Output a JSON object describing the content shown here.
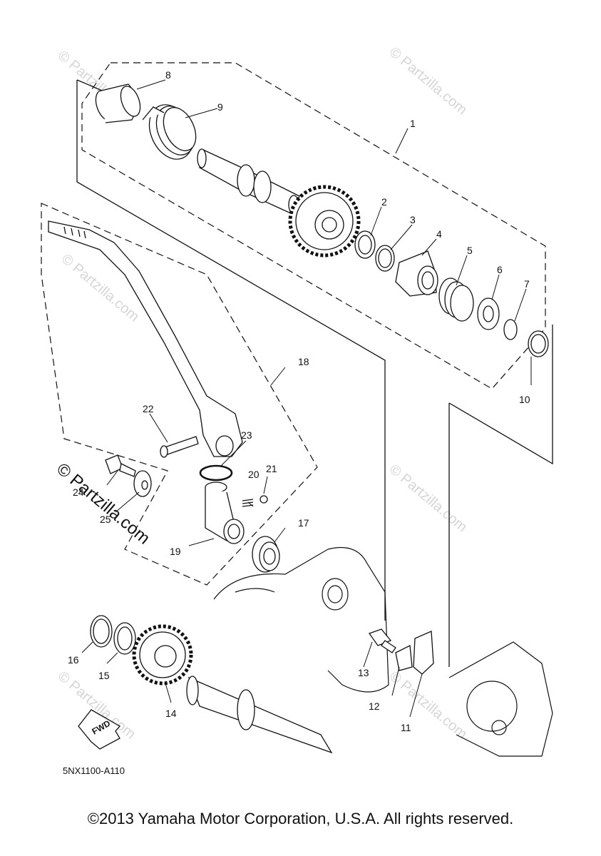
{
  "diagram": {
    "part_code": "5NX1100-A110",
    "watermark": "© Partzilla.com",
    "fwd_label": "FWD",
    "callouts": [
      "1",
      "2",
      "3",
      "4",
      "5",
      "6",
      "7",
      "8",
      "9",
      "10",
      "11",
      "12",
      "13",
      "14",
      "15",
      "16",
      "17",
      "18",
      "19",
      "20",
      "21",
      "22",
      "23",
      "24",
      "25"
    ]
  },
  "footer": {
    "copyright": "©2013 Yamaha Motor Corporation, U.S.A. All rights reserved."
  }
}
